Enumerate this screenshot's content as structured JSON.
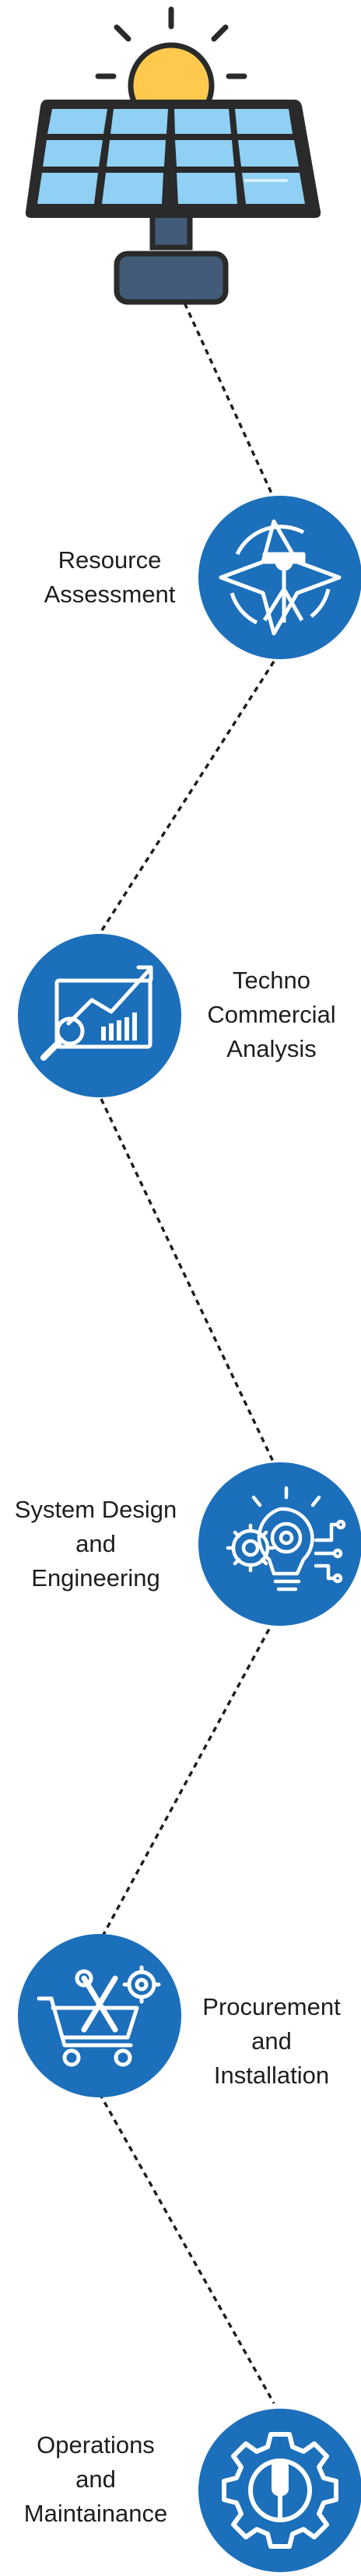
{
  "diagram": {
    "steps": [
      {
        "lines": [
          "Resource",
          "Assessment"
        ],
        "icon": "compass-surveyor-icon"
      },
      {
        "lines": [
          "Techno",
          "Commercial",
          "Analysis"
        ],
        "icon": "growth-chart-icon"
      },
      {
        "lines": [
          "System Design",
          "and",
          "Engineering"
        ],
        "icon": "gear-bulb-icon"
      },
      {
        "lines": [
          "Procurement",
          "and",
          "Installation"
        ],
        "icon": "cart-tools-icon"
      },
      {
        "lines": [
          "Operations",
          "and",
          "Maintainance"
        ],
        "icon": "gear-screwdriver-icon"
      }
    ],
    "top_icon": "solar-panel-icon"
  },
  "colors": {
    "circle": "#1c6fba",
    "panel_cell": "#8fd0f4",
    "panel_frame": "#2a2a2a",
    "sun": "#ffc94d",
    "stand": "#425b78",
    "connector": "#1e1e1e",
    "text": "#1e1e1e"
  }
}
